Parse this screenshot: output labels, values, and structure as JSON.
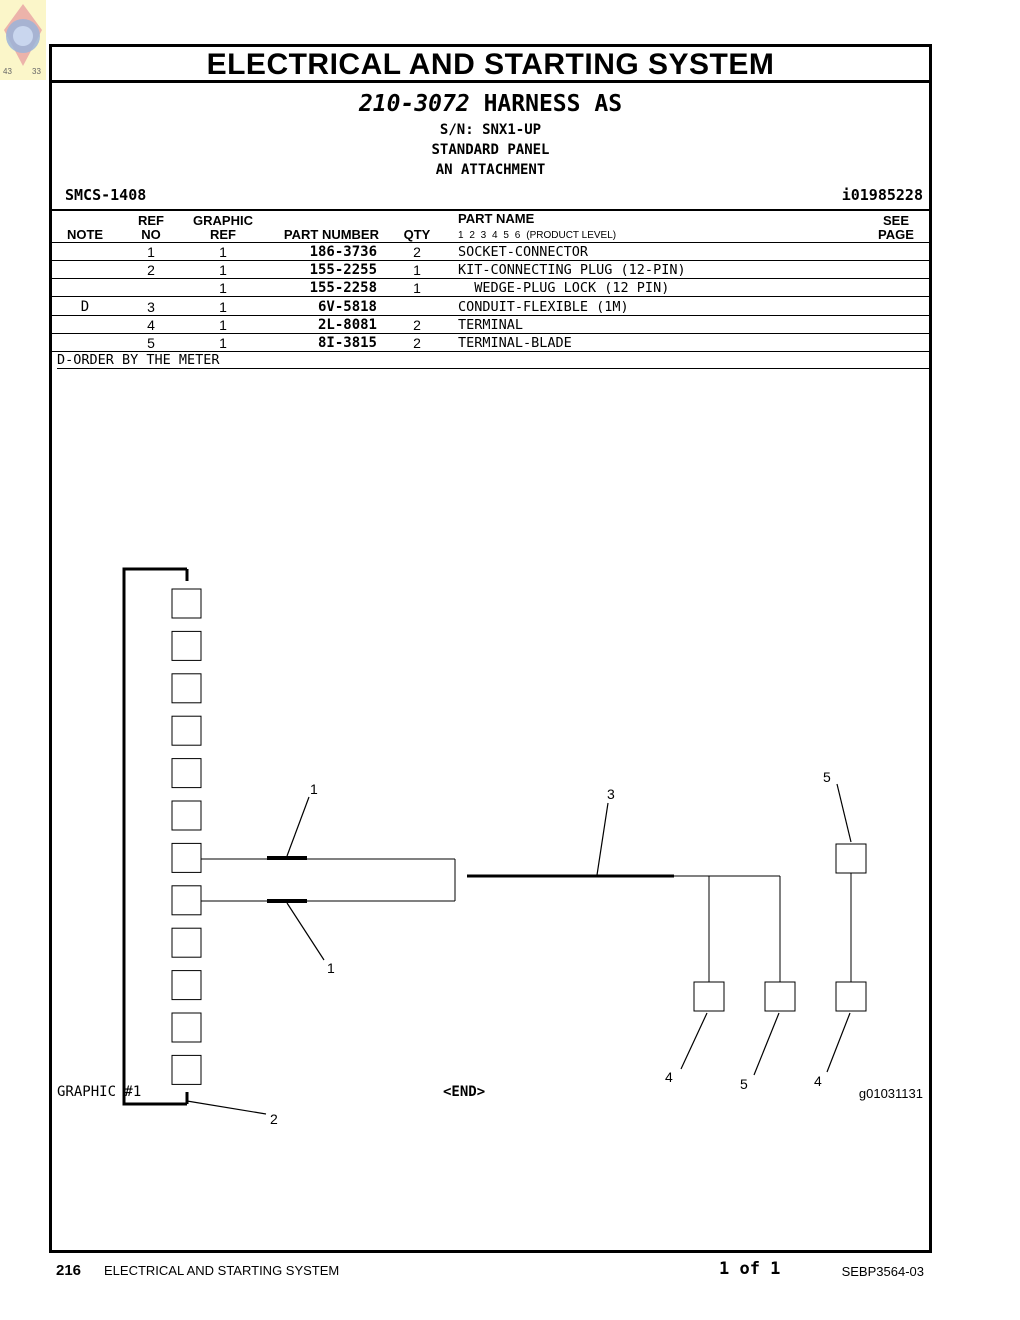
{
  "logo": {
    "left_number": "43",
    "right_number": "33"
  },
  "header": {
    "section_title": "ELECTRICAL  AND  STARTING  SYSTEM",
    "part_number": "210-3072",
    "part_name": " HARNESS AS",
    "serial": "S/N: SNX1-UP",
    "line2": "STANDARD PANEL",
    "line3": "AN ATTACHMENT",
    "smcs": "SMCS-1408",
    "illustration_id": "i01985228"
  },
  "table": {
    "columns": {
      "note": "NOTE",
      "ref_no_1": "REF",
      "ref_no_2": "NO",
      "graphic_ref_1": "GRAPHIC",
      "graphic_ref_2": "REF",
      "part_number": "PART NUMBER",
      "qty": "QTY",
      "part_name": "PART NAME",
      "product_levels": "1 2 3 4 5 6",
      "product_level_label": "(PRODUCT LEVEL)",
      "see_page_1": "SEE",
      "see_page_2": "PAGE"
    },
    "rows": [
      {
        "note": "",
        "ref": "1",
        "gref": "1",
        "part_number": "186-3736",
        "qty": "2",
        "name": "SOCKET-CONNECTOR"
      },
      {
        "note": "",
        "ref": "2",
        "gref": "1",
        "part_number": "155-2255",
        "qty": "1",
        "name": "KIT-CONNECTING PLUG (12-PIN)"
      },
      {
        "note": "",
        "ref": "",
        "gref": "1",
        "part_number": "155-2258",
        "qty": "1",
        "name": "  WEDGE-PLUG LOCK (12 PIN)"
      },
      {
        "note": "D",
        "ref": "3",
        "gref": "1",
        "part_number": "6V-5818",
        "qty": "",
        "name": "CONDUIT-FLEXIBLE (1M)"
      },
      {
        "note": "",
        "ref": "4",
        "gref": "1",
        "part_number": "2L-8081",
        "qty": "2",
        "name": "TERMINAL"
      },
      {
        "note": "",
        "ref": "5",
        "gref": "1",
        "part_number": "8I-3815",
        "qty": "2",
        "name": "TERMINAL-BLADE"
      }
    ],
    "footnote": "D-ORDER BY THE METER"
  },
  "diagram": {
    "callouts": [
      "1",
      "1",
      "2",
      "3",
      "5",
      "4",
      "5",
      "4"
    ]
  },
  "graphic": {
    "label": "GRAPHIC #1",
    "end": "<END>",
    "graphic_id": "g01031131"
  },
  "footer": {
    "page": "216",
    "system": "ELECTRICAL AND STARTING SYSTEM",
    "page_of": "1 of 1",
    "doc": "SEBP3564-03"
  }
}
